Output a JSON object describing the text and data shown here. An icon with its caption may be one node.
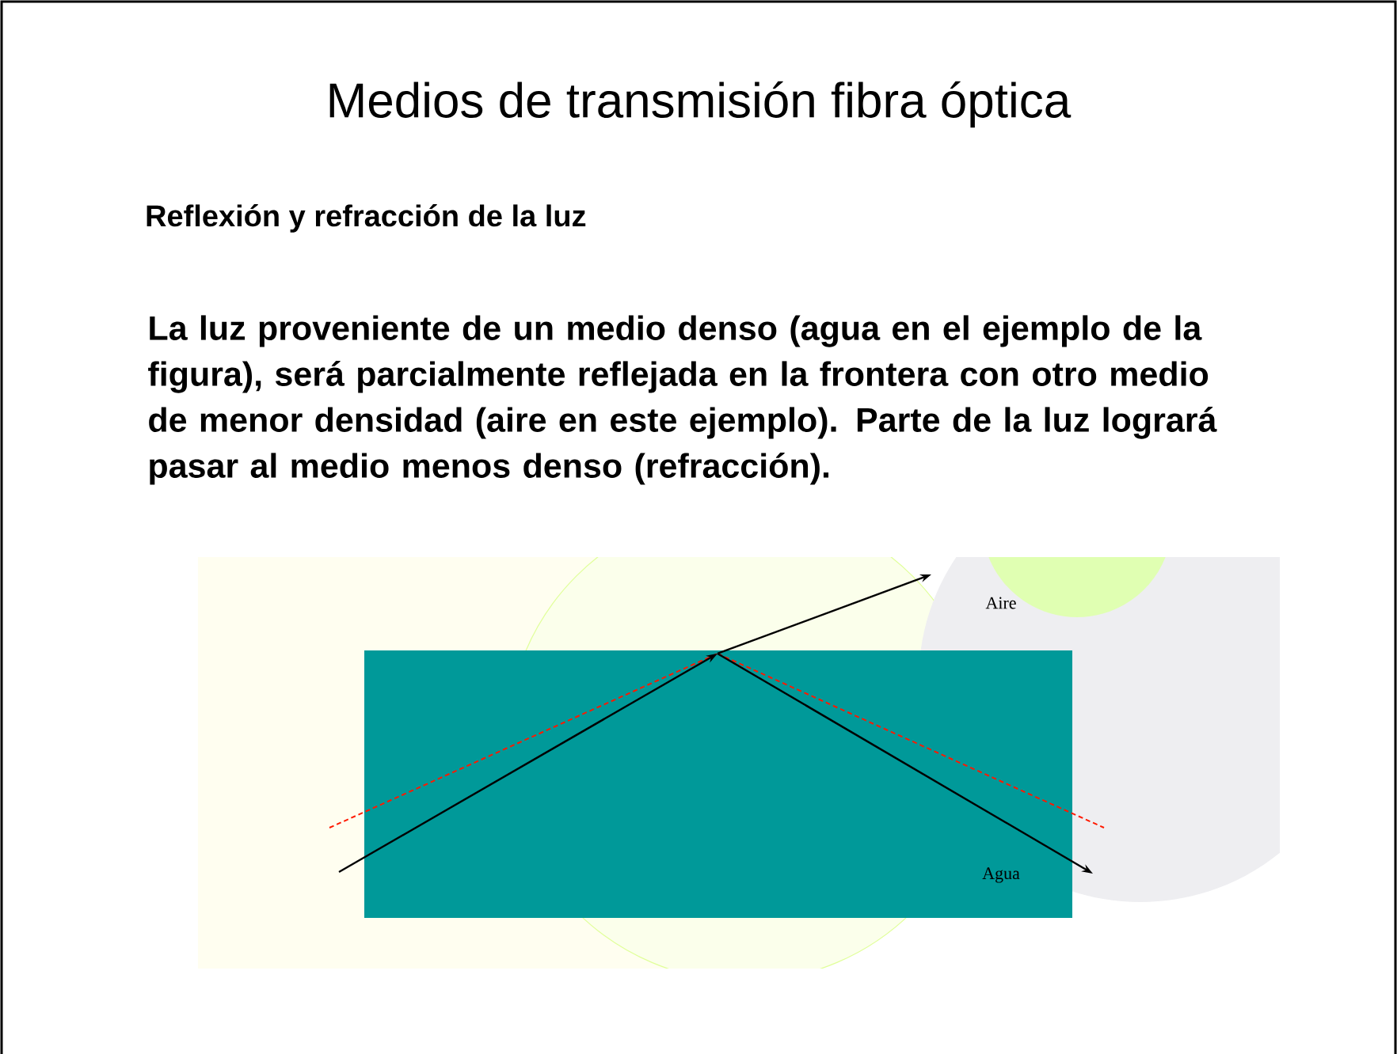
{
  "diagram": {
    "title": "Medios de transmisión fibra óptica",
    "labels": [
      "Reflexión y refracción de la luz",
      "La luz proveniente de un medio denso (agua en el ejemplo de la figura), será parcialmente reflejada en la frontera con otro medio de menor densidad (aire en este ejemplo).  Parte de la luz logrará pasar al medio menos denso (refracción).",
      "Aire",
      "Agua"
    ]
  }
}
